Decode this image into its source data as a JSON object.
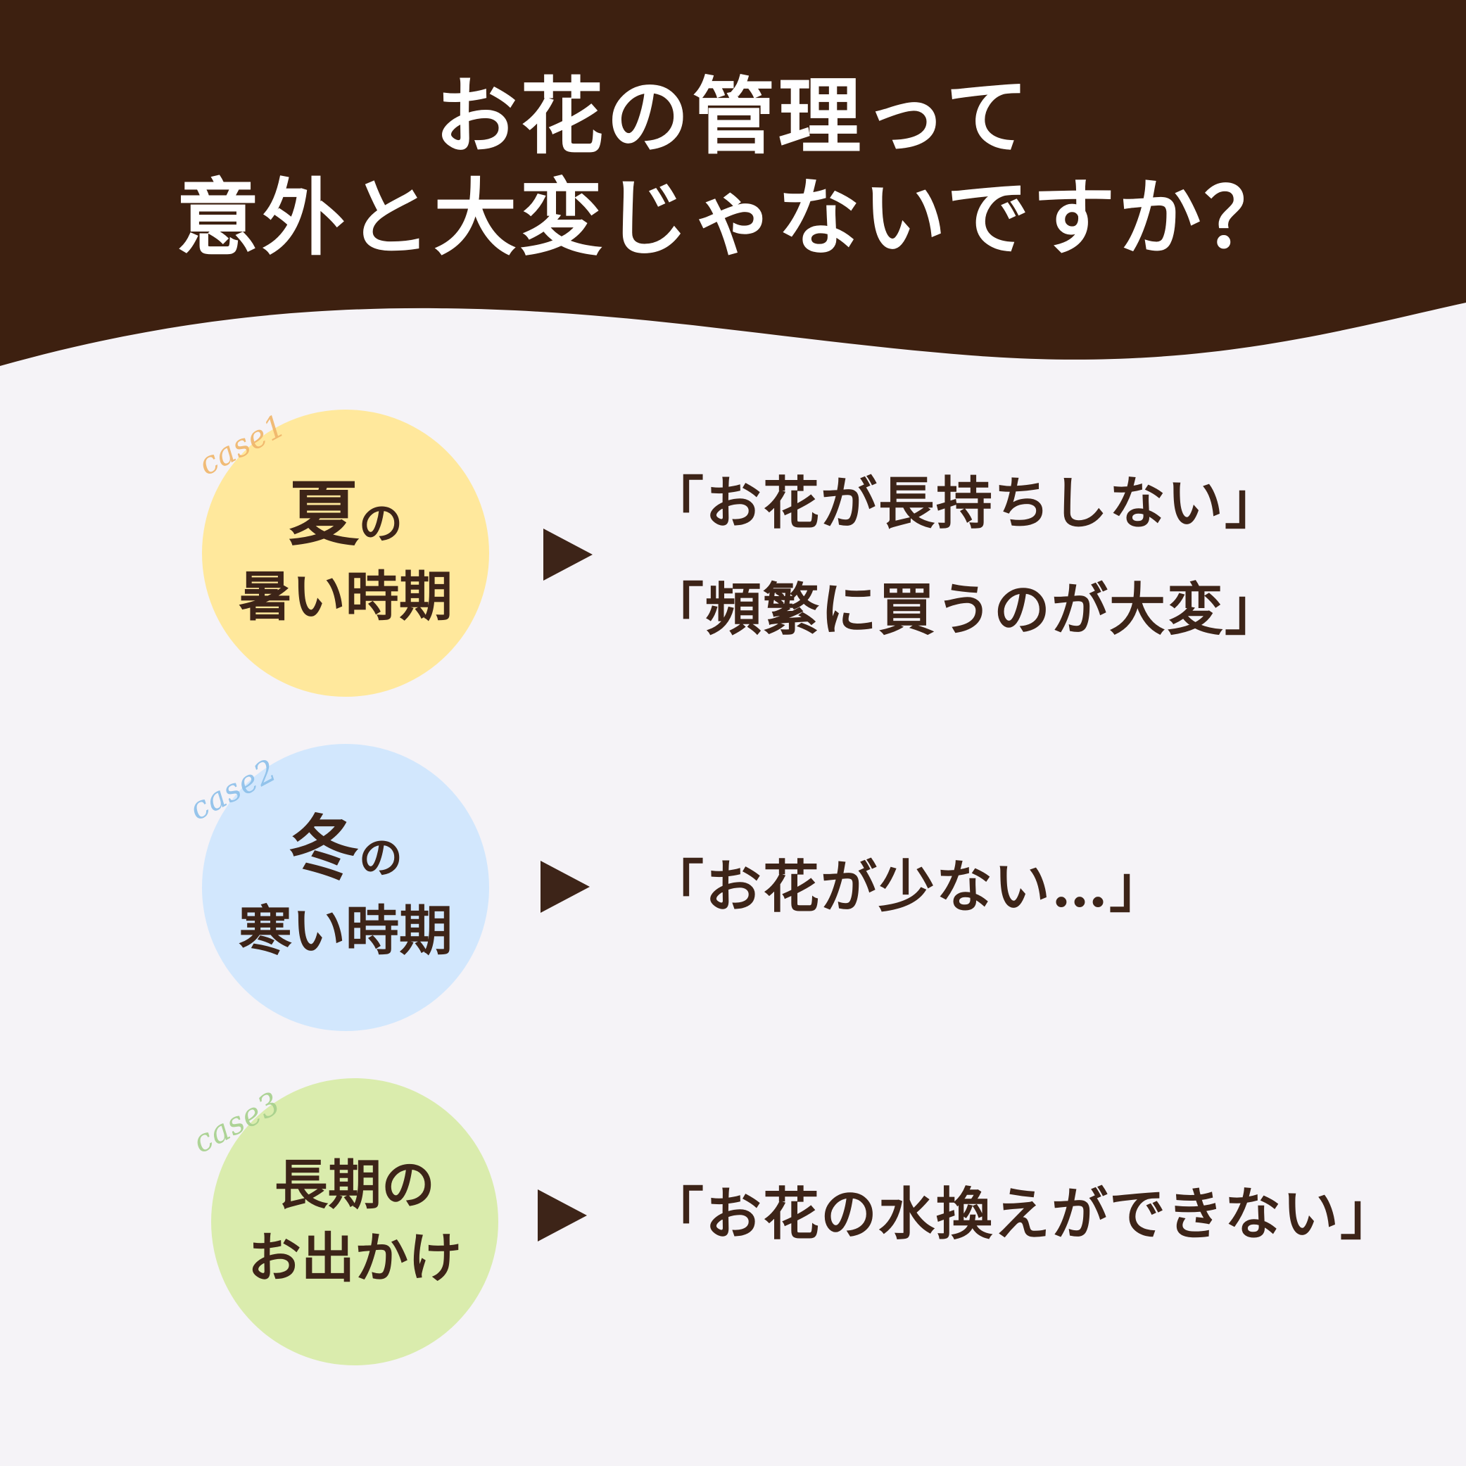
{
  "header": {
    "title_line1": "お花の管理って",
    "title_line2": "意外と大変じゃないですか？",
    "background_color": "#3d2010"
  },
  "cases": [
    {
      "label": "case1",
      "label_color": "#f0b56a",
      "circle_color": "#ffe89c",
      "title_big": "夏",
      "title_small": "の",
      "subtitle": "暑い時期",
      "quotes": [
        "「お花が長持ちしない」",
        "「頻繁に買うのが大変」"
      ]
    },
    {
      "label": "case2",
      "label_color": "#8cc0ea",
      "circle_color": "#d2e7fd",
      "title_big": "冬",
      "title_small": "の",
      "subtitle": "寒い時期",
      "quotes": [
        "「お花が少ない…」"
      ]
    },
    {
      "label": "case3",
      "label_color": "#a6d08c",
      "circle_color": "#daecad",
      "line1": "長期の",
      "line2": "お出かけ",
      "quotes": [
        "「お花の水換えができない」"
      ]
    }
  ],
  "arrow_color": "#3d2418",
  "text_color": "#3d2418"
}
